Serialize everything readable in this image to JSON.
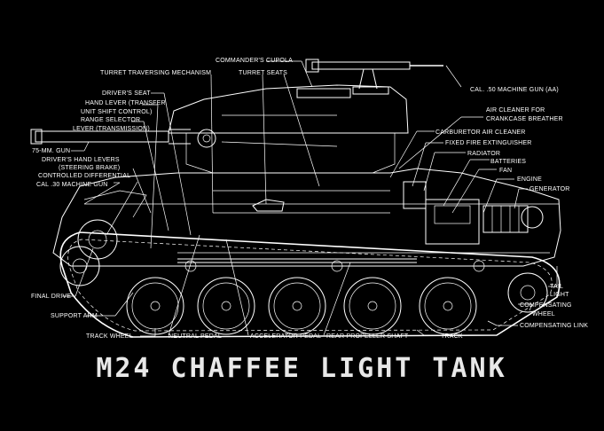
{
  "title": "M24 CHAFFEE LIGHT TANK",
  "labels": {
    "commanders_cupola": "COMMANDER'S CUPOLA",
    "turret_seats": "TURRET SEATS",
    "turret_traversing_mechanism": "TURRET TRAVERSING MECHANISM",
    "cal50_machine_gun": "CAL. .50 MACHINE GUN (AA)",
    "drivers_seat": "DRIVER'S SEAT",
    "hand_lever_transfer": "HAND LEVER (TRANSFER",
    "unit_shift_control": "UNIT SHIFT CONTROL)",
    "range_selector": "RANGE SELECTOR",
    "lever_transmission": "LEVER (TRANSMISSION)",
    "air_cleaner_for": "AIR CLEANER FOR",
    "crankcase_breather": "CRANKCASE BREATHER",
    "carburetor_air_cleaner": "CARBURETOR AIR CLEANER",
    "fixed_fire_extinguisher": "FIXED FIRE EXTINGUISHER",
    "radiator": "RADIATOR",
    "batteries": "BATTERIES",
    "fan": "FAN",
    "engine": "ENGINE",
    "generator": "GENERATOR",
    "gun_75mm": "75-MM. GUN",
    "drivers_hand_levers": "DRIVER'S HAND LEVERS",
    "steering_brake": "(STEERING BRAKE)",
    "controlled_differential": "CONTROLLED DIFFERENTIAL",
    "cal30_machine_gun": "CAL .30 MACHINE GUN",
    "final_drive": "FINAL DRIVE",
    "support_arm": "SUPPORT ARM",
    "track_wheel": "TRACK WHEEL",
    "neutral_pedal": "NEUTRAL PEDAL",
    "accelerator_pedal": "ACCELERATOR PEDAL",
    "rear_propeller_shaft": "REAR PROPELLER SHAFT",
    "track": "TRACK",
    "tail": "TAIL",
    "light": "LIGHT",
    "compensating": "COMPENSATING",
    "wheel": "WHEEL",
    "compensating_link": "COMPENSATING LINK"
  },
  "colors": {
    "background": "#000000",
    "ink": "#ffffff"
  }
}
